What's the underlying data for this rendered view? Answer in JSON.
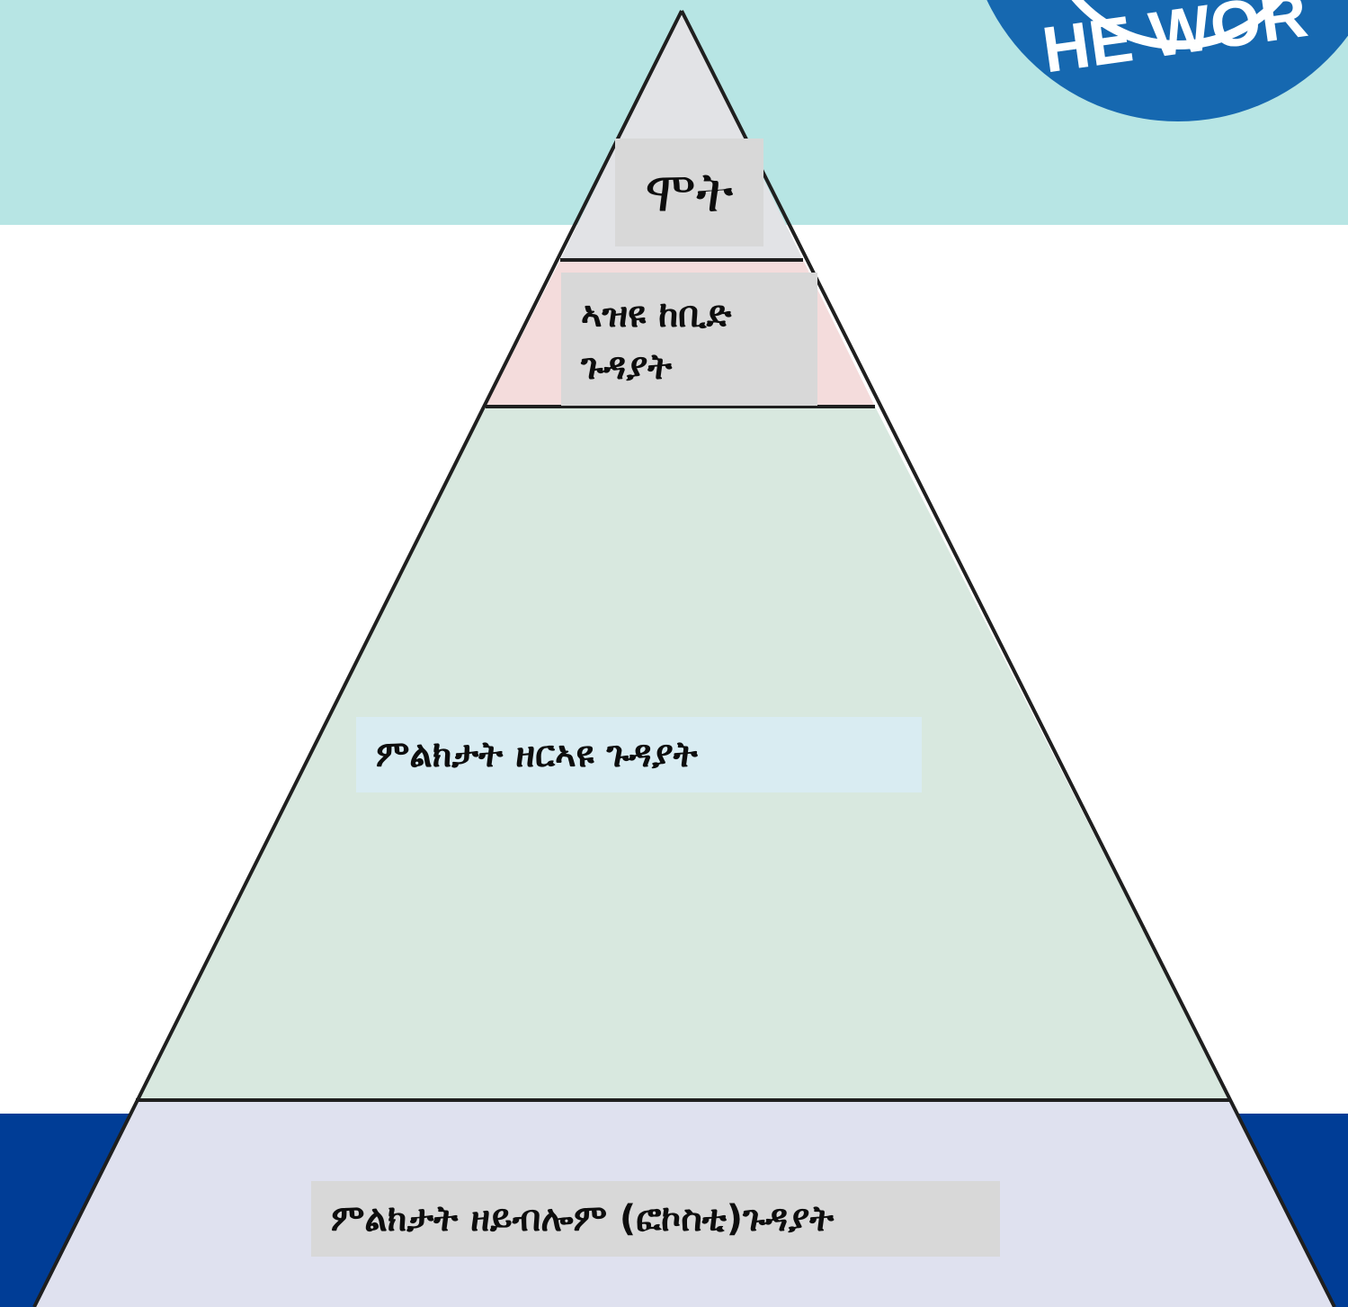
{
  "colors": {
    "top_band": "#b7e5e4",
    "bottom_band": "#003d96",
    "logo_blue": "#1668b0",
    "tier_top_fill": "#e2e3e6",
    "tier_second_fill": "#f4dcdc",
    "tier_middle_fill": "#d8e8df",
    "tier_base_fill": "#dfe1ef",
    "outline": "#1f1f1f",
    "label_box_grey": "#d8d8d8",
    "label_box_light_blue": "#d9ecf2"
  },
  "logo": {
    "text": "HE WOR"
  },
  "pyramid": {
    "tiers": [
      {
        "label": "ሞት",
        "box_color": "#d8d8d8"
      },
      {
        "label": "ኣዝዩ ከቢድ ጉዳያት",
        "box_color": "#d8d8d8"
      },
      {
        "label": "ምልክታት ዘርኣዩ ጉዳያት",
        "box_color": "#d9ecf2"
      },
      {
        "label": "ምልክታት ዘይብሎም (ፎኮስቲ)ጉዳያት",
        "box_color": "#d8d8d8"
      }
    ]
  }
}
